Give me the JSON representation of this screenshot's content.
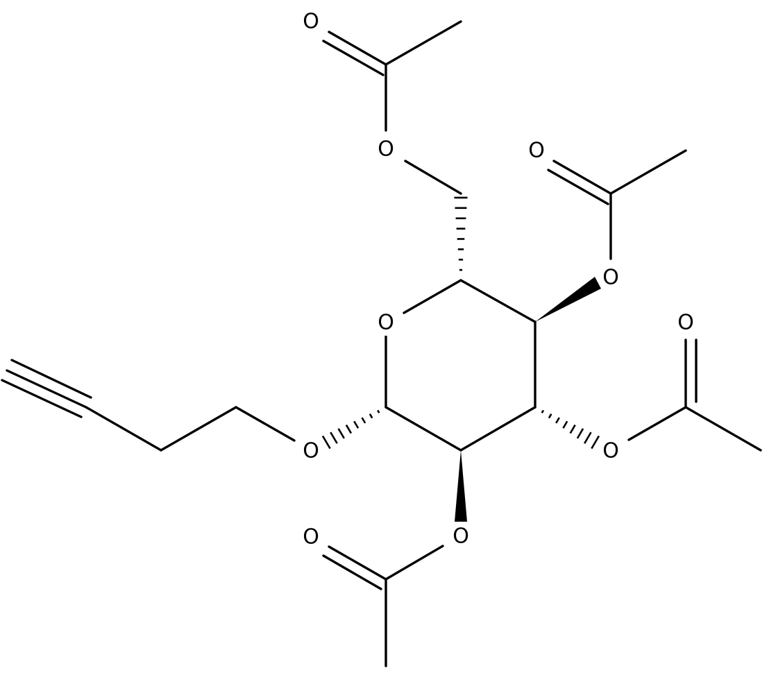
{
  "molecule": {
    "atoms": [
      {
        "id": "ring-oxygen",
        "label": "O"
      },
      {
        "id": "anomeric-oxygen",
        "label": "O"
      },
      {
        "id": "c2-ester-oxygen",
        "label": "O"
      },
      {
        "id": "c2-carbonyl-oxygen",
        "label": "O"
      },
      {
        "id": "c3-ester-oxygen",
        "label": "O"
      },
      {
        "id": "c3-carbonyl-oxygen",
        "label": "O"
      },
      {
        "id": "c4-ester-oxygen",
        "label": "O"
      },
      {
        "id": "c4-carbonyl-oxygen",
        "label": "O"
      },
      {
        "id": "c6-ester-oxygen",
        "label": "O"
      },
      {
        "id": "c6-carbonyl-oxygen",
        "label": "O"
      }
    ],
    "colors": {
      "bond": "#000000",
      "label": "#000000",
      "background": "#ffffff"
    }
  }
}
